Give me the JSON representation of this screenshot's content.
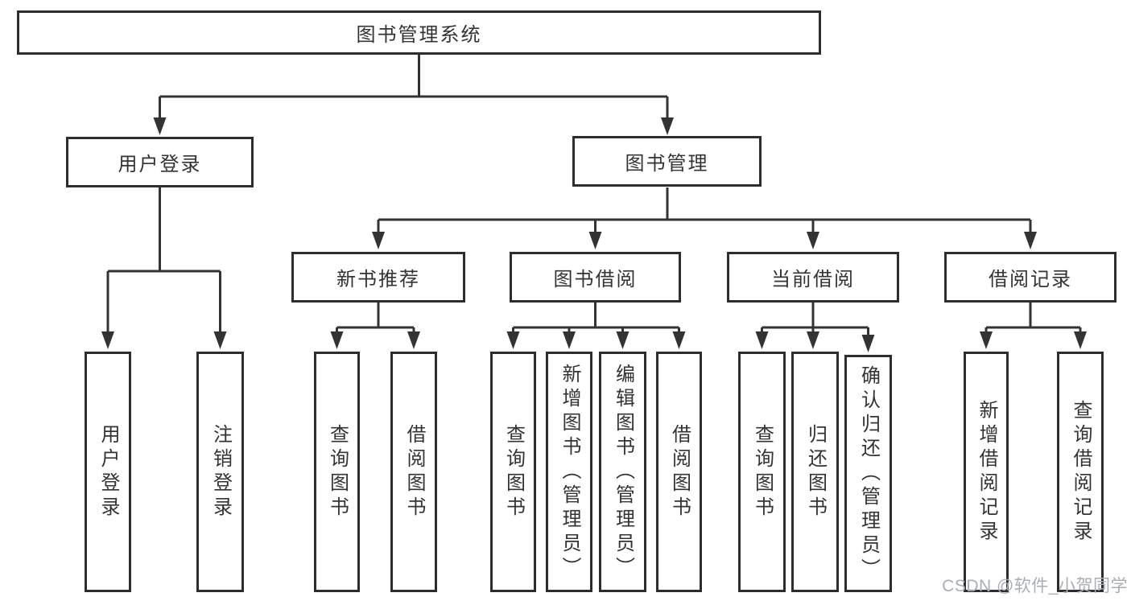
{
  "diagram": {
    "title": "图书管理系统",
    "root": {
      "label": "图书管理系统"
    },
    "login": {
      "label": "用户登录",
      "children": [
        {
          "label": "用户登录"
        },
        {
          "label": "注销登录"
        }
      ]
    },
    "mgmt": {
      "label": "图书管理",
      "groups": [
        {
          "label": "新书推荐",
          "children": [
            {
              "label": "查询图书"
            },
            {
              "label": "借阅图书"
            }
          ]
        },
        {
          "label": "图书借阅",
          "children": [
            {
              "label": "查询图书"
            },
            {
              "label": "新增图书（管理员）"
            },
            {
              "label": "编辑图书（管理员）"
            },
            {
              "label": "借阅图书"
            }
          ]
        },
        {
          "label": "当前借阅",
          "children": [
            {
              "label": "查询图书"
            },
            {
              "label": "归还图书"
            },
            {
              "label": "确认归还（管理员）"
            }
          ]
        },
        {
          "label": "借阅记录",
          "children": [
            {
              "label": "新增借阅记录"
            },
            {
              "label": "查询借阅记录"
            }
          ]
        }
      ]
    },
    "line_color": "#333333",
    "box_border_color": "#2d2d2d",
    "box_background": "#ffffff"
  },
  "watermark": {
    "text": "CSDN @软件_小贺同学",
    "color": "#a9aeb5"
  }
}
